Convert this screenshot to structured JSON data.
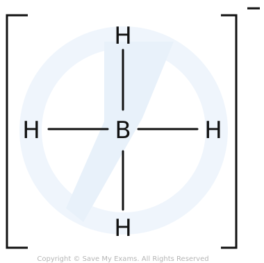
{
  "molecule": {
    "central_atom": "B",
    "ligand_top": "H",
    "ligand_left": "H",
    "ligand_right": "H",
    "ligand_bottom": "H"
  },
  "charge_sign": "−",
  "watermark": {
    "icon": "save-my-exams-logo-icon",
    "color": "#e8f1fb"
  },
  "copyright": "Copyright © Save My Exams. All Rights Reserved"
}
